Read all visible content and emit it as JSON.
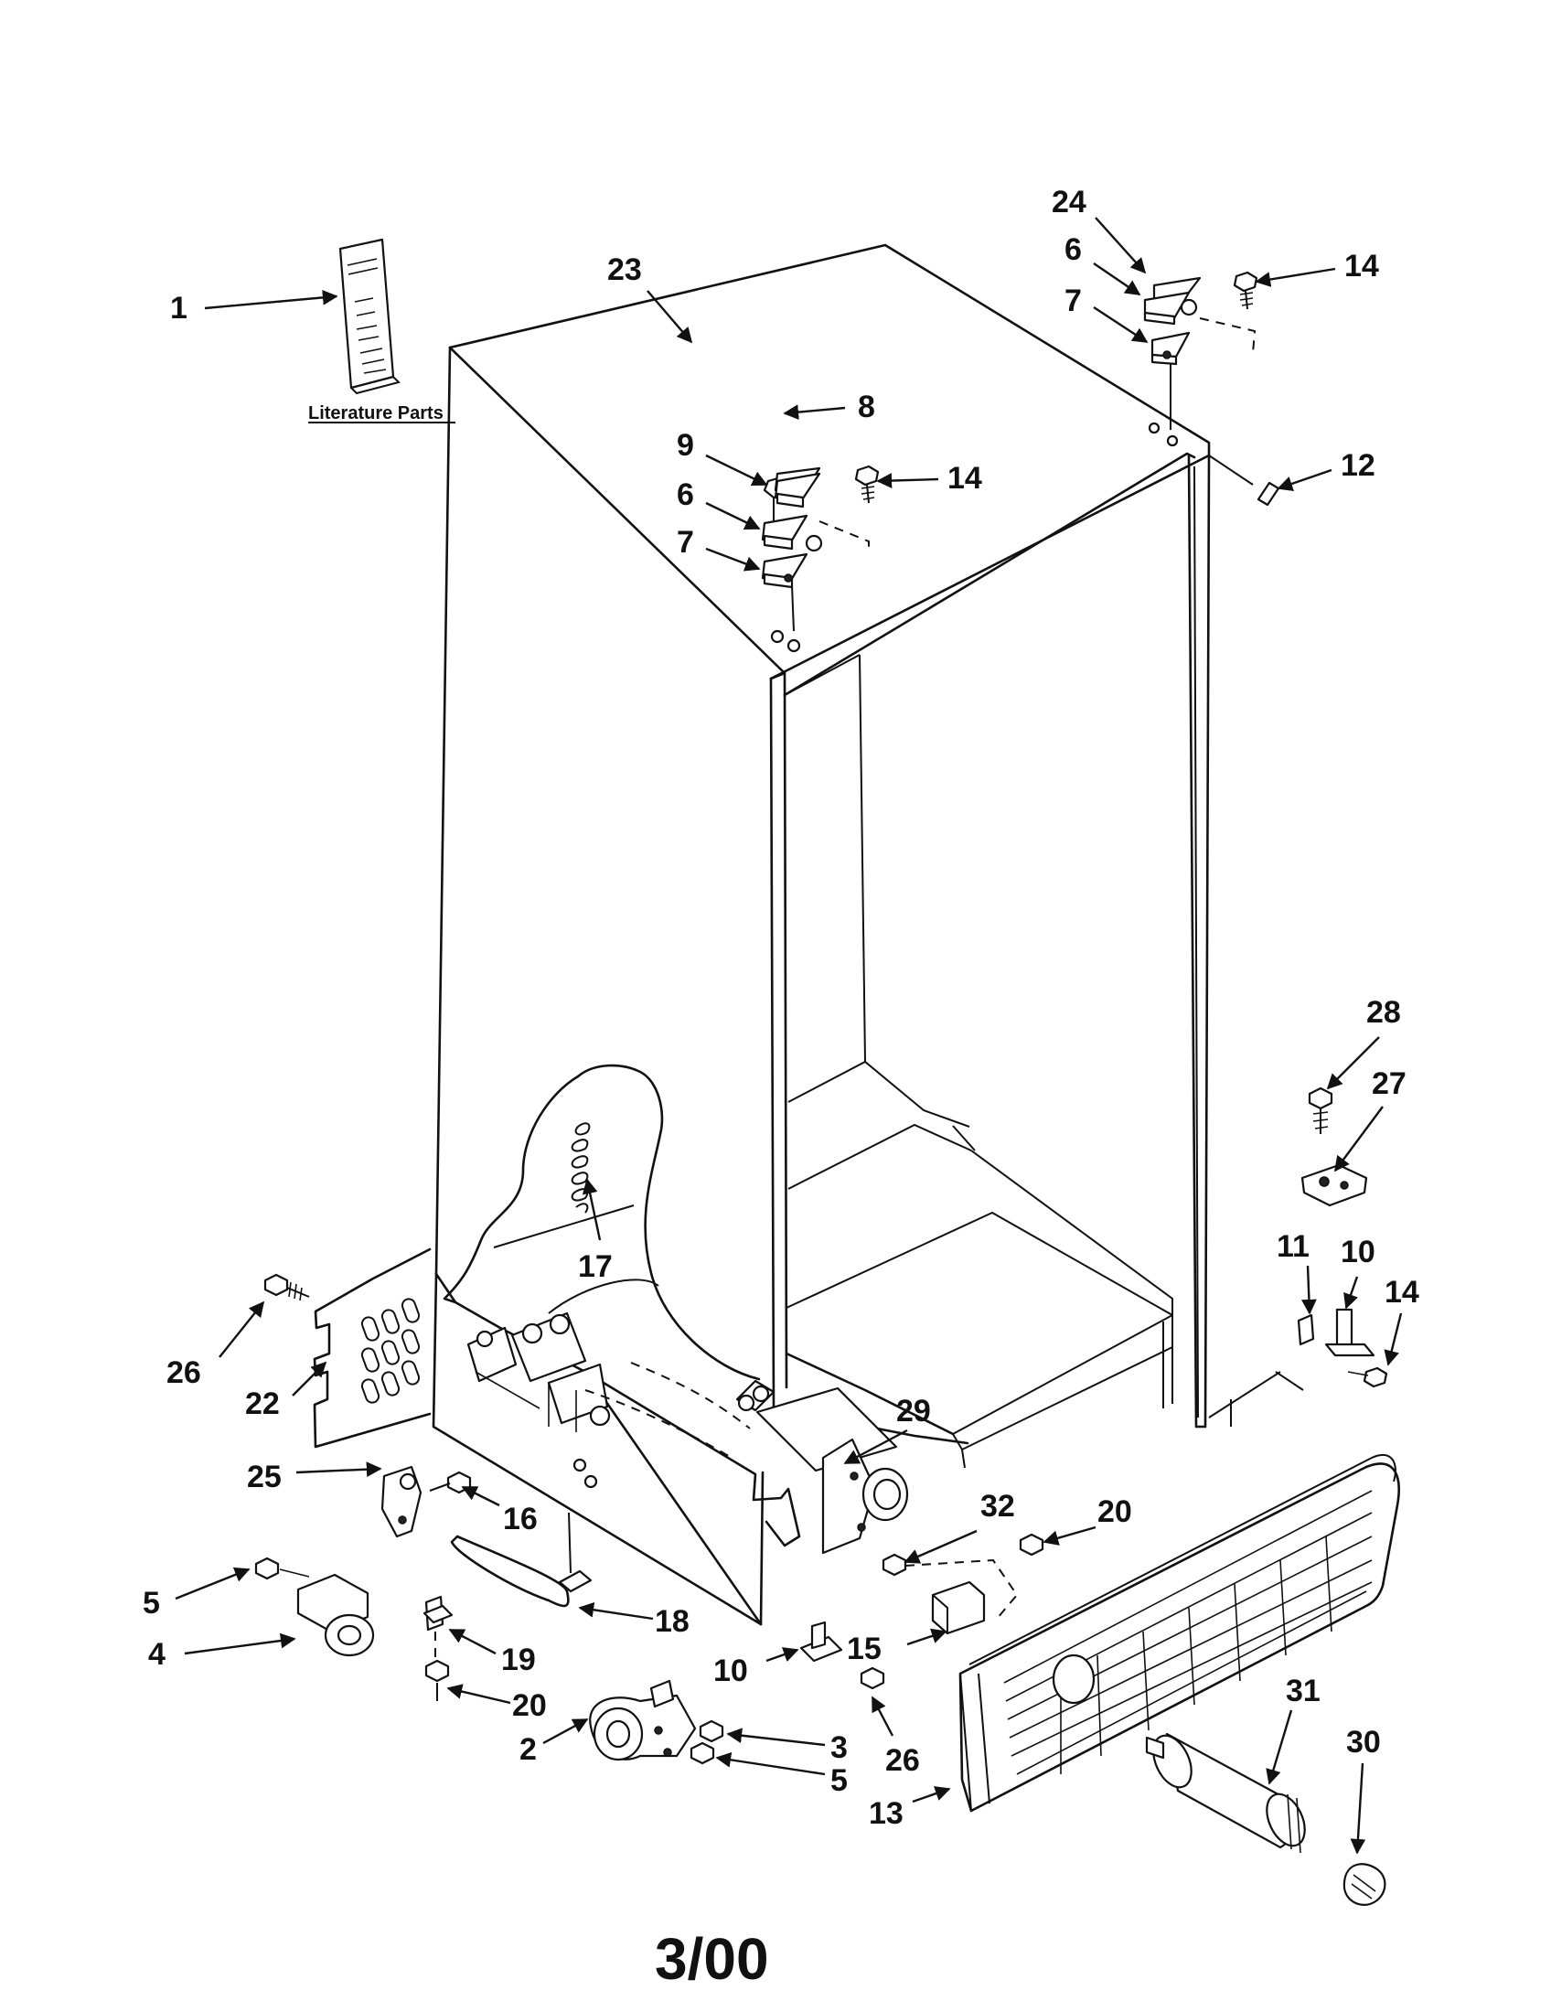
{
  "literature": {
    "label": "Literature Parts"
  },
  "callouts": [
    {
      "id": "1",
      "text": "1"
    },
    {
      "id": "23",
      "text": "23"
    },
    {
      "id": "24",
      "text": "24"
    },
    {
      "id": "6a",
      "text": "6"
    },
    {
      "id": "7a",
      "text": "7"
    },
    {
      "id": "14a",
      "text": "14"
    },
    {
      "id": "8",
      "text": "8"
    },
    {
      "id": "9",
      "text": "9"
    },
    {
      "id": "14b",
      "text": "14"
    },
    {
      "id": "6b",
      "text": "6"
    },
    {
      "id": "7b",
      "text": "7"
    },
    {
      "id": "12",
      "text": "12"
    },
    {
      "id": "28",
      "text": "28"
    },
    {
      "id": "27",
      "text": "27"
    },
    {
      "id": "11",
      "text": "11"
    },
    {
      "id": "10a",
      "text": "10"
    },
    {
      "id": "14c",
      "text": "14"
    },
    {
      "id": "17",
      "text": "17"
    },
    {
      "id": "26a",
      "text": "26"
    },
    {
      "id": "22",
      "text": "22"
    },
    {
      "id": "29",
      "text": "29"
    },
    {
      "id": "25",
      "text": "25"
    },
    {
      "id": "16",
      "text": "16"
    },
    {
      "id": "32",
      "text": "32"
    },
    {
      "id": "20a",
      "text": "20"
    },
    {
      "id": "5a",
      "text": "5"
    },
    {
      "id": "18",
      "text": "18"
    },
    {
      "id": "4",
      "text": "4"
    },
    {
      "id": "19",
      "text": "19"
    },
    {
      "id": "15",
      "text": "15"
    },
    {
      "id": "10b",
      "text": "10"
    },
    {
      "id": "20b",
      "text": "20"
    },
    {
      "id": "31",
      "text": "31"
    },
    {
      "id": "30",
      "text": "30"
    },
    {
      "id": "3",
      "text": "3"
    },
    {
      "id": "26b",
      "text": "26"
    },
    {
      "id": "2",
      "text": "2"
    },
    {
      "id": "5b",
      "text": "5"
    },
    {
      "id": "13",
      "text": "13"
    }
  ],
  "footer": {
    "date_code": "3/00"
  }
}
